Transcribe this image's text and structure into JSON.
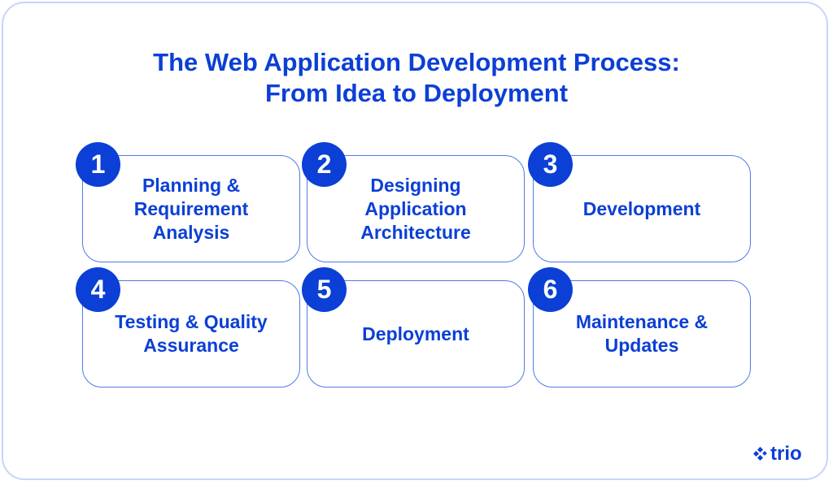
{
  "title_line1": "The Web Application Development Process:",
  "title_line2": "From Idea to Deployment",
  "steps": [
    {
      "number": "1",
      "label": "Planning & Requirement Analysis"
    },
    {
      "number": "2",
      "label": "Designing Application Architecture"
    },
    {
      "number": "3",
      "label": "Development"
    },
    {
      "number": "4",
      "label": "Testing & Quality Assurance"
    },
    {
      "number": "5",
      "label": "Deployment"
    },
    {
      "number": "6",
      "label": "Maintenance & Updates"
    }
  ],
  "logo": "trio",
  "colors": {
    "accent": "#0b3fd6",
    "border": "#4f7ae6",
    "frame": "#c7d5f6"
  }
}
